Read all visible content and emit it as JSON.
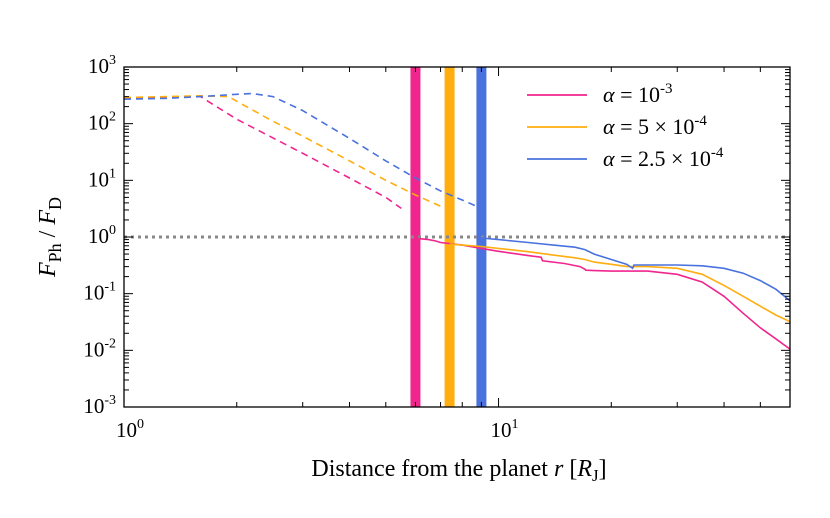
{
  "chart_data": {
    "type": "line",
    "xscale": "log",
    "yscale": "log",
    "xlim": [
      1,
      60
    ],
    "ylim": [
      0.001,
      1000
    ],
    "xlabel": {
      "main": "Distance from the planet ",
      "var": "r",
      "bracket_open": " [",
      "unit": "R",
      "unit_sub": "J",
      "bracket_close": "]"
    },
    "ylabel": {
      "num": "F",
      "num_sub": "Ph",
      "sep": " / ",
      "den": "F",
      "den_sub": "D"
    },
    "xticks": [
      {
        "value": 1,
        "base": "10",
        "exp": "0"
      },
      {
        "value": 10,
        "base": "10",
        "exp": "1"
      }
    ],
    "yticks": [
      {
        "value": 0.001,
        "base": "10",
        "exp": "-3"
      },
      {
        "value": 0.01,
        "base": "10",
        "exp": "-2"
      },
      {
        "value": 0.1,
        "base": "10",
        "exp": "-1"
      },
      {
        "value": 1,
        "base": "10",
        "exp": "0"
      },
      {
        "value": 10,
        "base": "10",
        "exp": "1"
      },
      {
        "value": 100,
        "base": "10",
        "exp": "2"
      },
      {
        "value": 1000,
        "base": "10",
        "exp": "3"
      }
    ],
    "reference_line": {
      "y": 1,
      "style": "dotted",
      "color": "#888888"
    },
    "legend_position": "top-right",
    "series": [
      {
        "name": "α = 10^-3",
        "legend": {
          "alpha": "α",
          "eq": " = ",
          "base": "10",
          "exp": "-3"
        },
        "color": "#f0258e",
        "boundary_x": 6.0,
        "dashed": [
          [
            1.0,
            280
          ],
          [
            1.3,
            295
          ],
          [
            1.6,
            300
          ],
          [
            2.0,
            120
          ],
          [
            3.0,
            30
          ],
          [
            4.0,
            11
          ],
          [
            5.0,
            5
          ],
          [
            5.5,
            3.2
          ]
        ],
        "solid": [
          [
            6.0,
            0.95
          ],
          [
            6.5,
            0.9
          ],
          [
            6.8,
            0.85
          ],
          [
            7.0,
            0.8
          ],
          [
            8.0,
            0.72
          ],
          [
            9.0,
            0.63
          ],
          [
            10.0,
            0.56
          ],
          [
            12.0,
            0.47
          ],
          [
            13.0,
            0.44
          ],
          [
            13.1,
            0.38
          ],
          [
            15.0,
            0.34
          ],
          [
            16.5,
            0.3
          ],
          [
            17.0,
            0.27
          ],
          [
            17.1,
            0.26
          ],
          [
            18.0,
            0.255
          ],
          [
            20.0,
            0.25
          ],
          [
            25.0,
            0.25
          ],
          [
            30.0,
            0.22
          ],
          [
            35.0,
            0.16
          ],
          [
            40.0,
            0.09
          ],
          [
            45.0,
            0.045
          ],
          [
            50.0,
            0.025
          ],
          [
            55.0,
            0.016
          ],
          [
            60.0,
            0.0105
          ]
        ]
      },
      {
        "name": "α = 5 × 10^-4",
        "legend": {
          "alpha": "α",
          "eq": " = ",
          "coef": "5 × ",
          "base": "10",
          "exp": "-4"
        },
        "color": "#ffad0f",
        "boundary_x": 7.4,
        "dashed": [
          [
            1.0,
            290
          ],
          [
            1.3,
            300
          ],
          [
            1.6,
            310
          ],
          [
            1.9,
            300
          ],
          [
            2.5,
            110
          ],
          [
            3.0,
            60
          ],
          [
            4.0,
            22
          ],
          [
            5.0,
            10
          ],
          [
            6.0,
            5.5
          ],
          [
            7.0,
            3.5
          ]
        ],
        "solid": [
          [
            7.4,
            0.75
          ],
          [
            8.0,
            0.72
          ],
          [
            9.0,
            0.68
          ],
          [
            10.0,
            0.63
          ],
          [
            12.0,
            0.55
          ],
          [
            14.0,
            0.48
          ],
          [
            16.0,
            0.43
          ],
          [
            17.0,
            0.4
          ],
          [
            18.0,
            0.36
          ],
          [
            20.0,
            0.33
          ],
          [
            22.0,
            0.3
          ],
          [
            25.0,
            0.3
          ],
          [
            30.0,
            0.28
          ],
          [
            35.0,
            0.22
          ],
          [
            40.0,
            0.14
          ],
          [
            45.0,
            0.09
          ],
          [
            50.0,
            0.06
          ],
          [
            55.0,
            0.042
          ],
          [
            60.0,
            0.032
          ]
        ]
      },
      {
        "name": "α = 2.5 × 10^-4",
        "legend": {
          "alpha": "α",
          "eq": " = ",
          "coef": "2.5 × ",
          "base": "10",
          "exp": "-4"
        },
        "color": "#4a72de",
        "boundary_x": 9.0,
        "dashed": [
          [
            1.0,
            270
          ],
          [
            1.3,
            280
          ],
          [
            1.6,
            300
          ],
          [
            2.0,
            330
          ],
          [
            2.2,
            340
          ],
          [
            2.5,
            300
          ],
          [
            3.0,
            170
          ],
          [
            4.0,
            55
          ],
          [
            5.0,
            22
          ],
          [
            6.0,
            11
          ],
          [
            7.0,
            6.5
          ],
          [
            8.0,
            4.5
          ],
          [
            8.9,
            3.3
          ]
        ],
        "solid": [
          [
            9.0,
            0.96
          ],
          [
            10.0,
            0.9
          ],
          [
            12.0,
            0.8
          ],
          [
            14.0,
            0.72
          ],
          [
            16.0,
            0.66
          ],
          [
            17.0,
            0.6
          ],
          [
            18.0,
            0.5
          ],
          [
            20.0,
            0.4
          ],
          [
            22.0,
            0.33
          ],
          [
            22.8,
            0.28
          ],
          [
            23.0,
            0.32
          ],
          [
            30.0,
            0.32
          ],
          [
            35.0,
            0.31
          ],
          [
            40.0,
            0.28
          ],
          [
            45.0,
            0.23
          ],
          [
            50.0,
            0.17
          ],
          [
            55.0,
            0.12
          ],
          [
            60.0,
            0.075
          ]
        ]
      }
    ]
  }
}
